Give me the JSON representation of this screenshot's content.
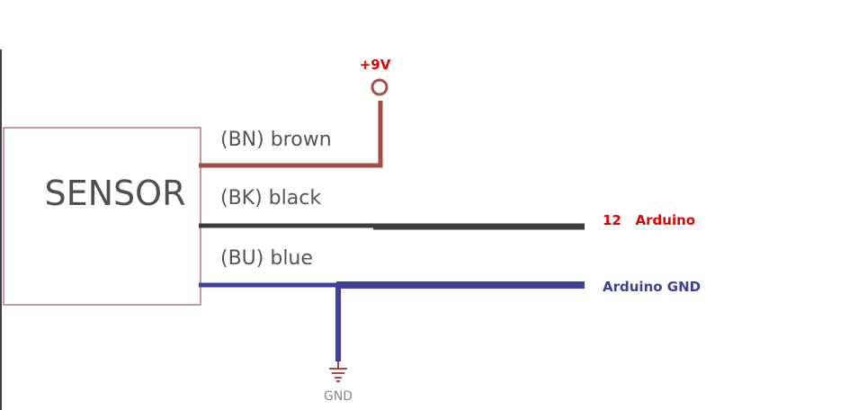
{
  "sensor": {
    "label": "SENSOR"
  },
  "wires": {
    "brown": {
      "label": "(BN) brown",
      "color": "#a84b4b"
    },
    "black": {
      "label": "(BK) black",
      "color": "#3c3c3c"
    },
    "blue": {
      "label": "(BU) blue",
      "color": "#3f3f9e"
    }
  },
  "supply": {
    "label": "+9V",
    "color": "#e00000"
  },
  "arduino_pin": {
    "label": "12   Arduino",
    "color": "#e00000"
  },
  "arduino_gnd": {
    "label": "Arduino GND",
    "color": "#3f3f9e"
  },
  "ground": {
    "label": "GND"
  },
  "colors": {
    "box_border": "#b57a7a",
    "ground_symbol": "#a84b4b"
  }
}
